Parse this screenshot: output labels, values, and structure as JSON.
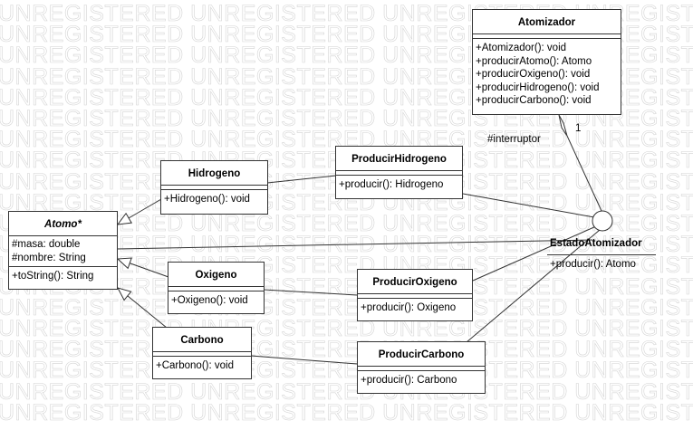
{
  "watermark": "UNREGISTERED",
  "classes": {
    "atomizador": {
      "name": "Atomizador",
      "ops": [
        "+Atomizador(): void",
        "+producirAtomo(): Atomo",
        "+producirOxigeno(): void",
        "+producirHidrogeno(): void",
        "+producirCarbono(): void"
      ]
    },
    "producir_hidrogeno": {
      "name": "ProducirHidrogeno",
      "ops": [
        "+producir(): Hidrogeno"
      ]
    },
    "hidrogeno": {
      "name": "Hidrogeno",
      "ops": [
        "+Hidrogeno(): void"
      ]
    },
    "atomo": {
      "name": "Atomo*",
      "attrs": [
        "#masa: double",
        "#nombre: String"
      ],
      "ops": [
        "+toString(): String"
      ]
    },
    "oxigeno": {
      "name": "Oxigeno",
      "ops": [
        "+Oxigeno(): void"
      ]
    },
    "producir_oxigeno": {
      "name": "ProducirOxigeno",
      "ops": [
        "+producir(): Oxigeno"
      ]
    },
    "carbono": {
      "name": "Carbono",
      "ops": [
        "+Carbono(): void"
      ]
    },
    "producir_carbono": {
      "name": "ProducirCarbono",
      "ops": [
        "+producir(): Carbono"
      ]
    }
  },
  "interface": {
    "name": "EstadoAtomizador",
    "ops": [
      "+producir(): Atomo"
    ]
  },
  "association": {
    "role": "#interruptor",
    "multiplicity": "1"
  }
}
